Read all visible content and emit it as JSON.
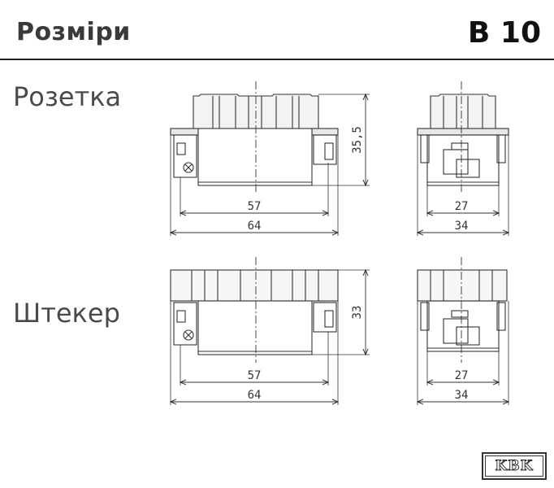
{
  "header": {
    "title": "Розміри",
    "code": "B 10"
  },
  "sections": [
    {
      "label": "Розетка",
      "dims": {
        "inner_width": "57",
        "outer_width": "64",
        "height": "35,5",
        "side_width": "27",
        "side_outer_width": "34"
      }
    },
    {
      "label": "Штекер",
      "dims": {
        "inner_width": "57",
        "outer_width": "64",
        "height": "33",
        "side_width": "27",
        "side_outer_width": "34"
      }
    }
  ],
  "logo": {
    "text": "KBK"
  }
}
